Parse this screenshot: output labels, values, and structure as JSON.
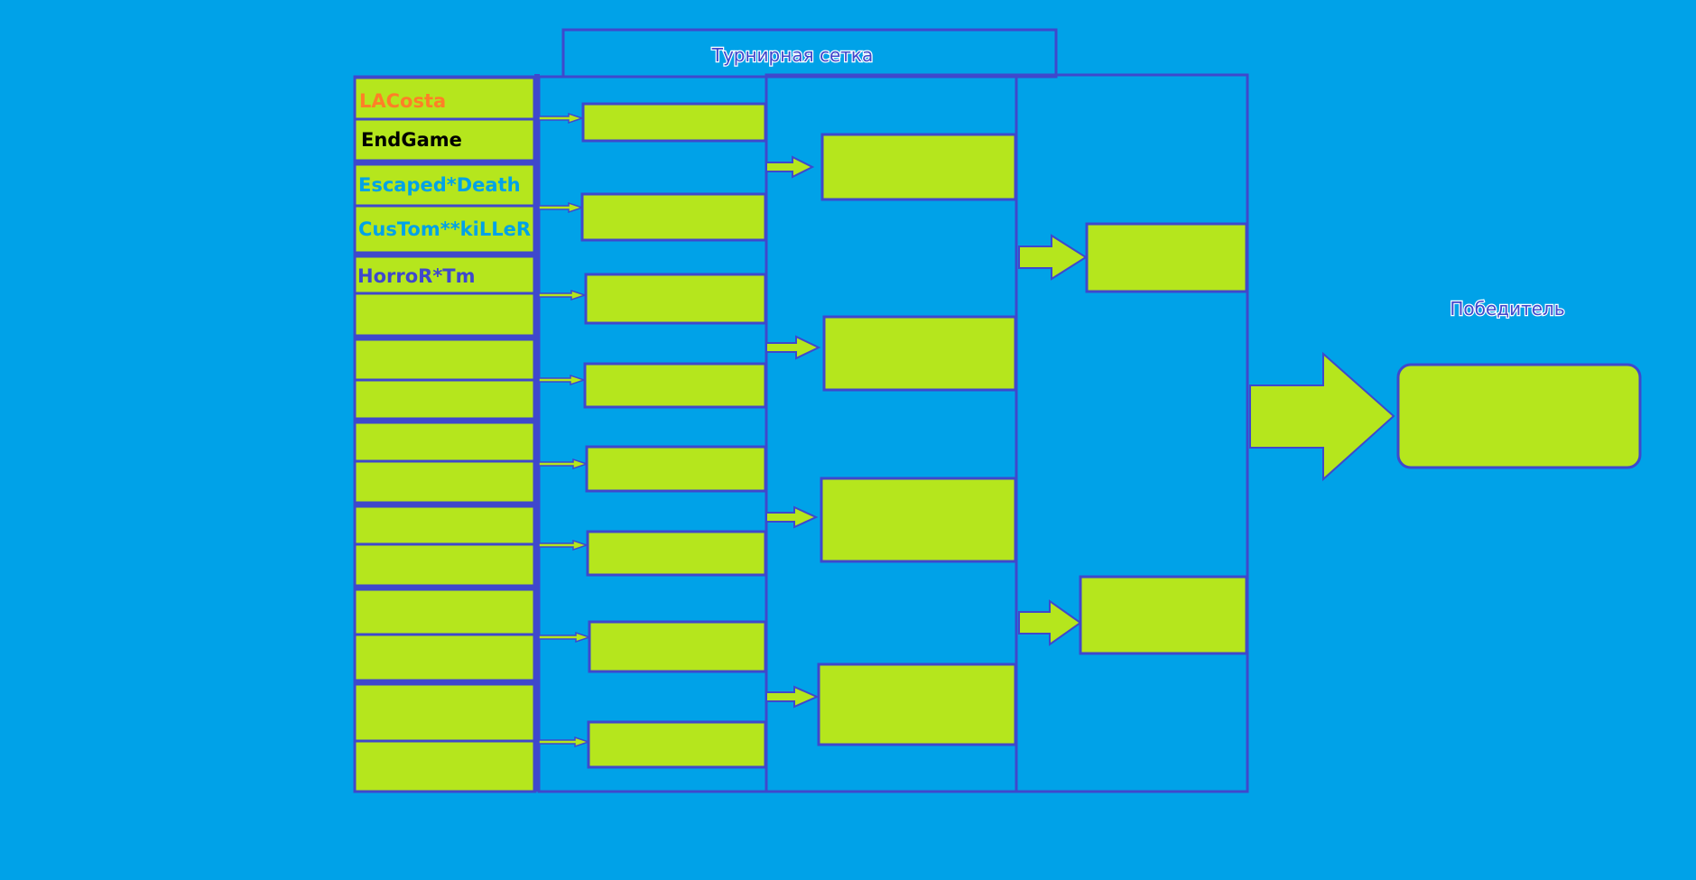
{
  "title": "Турнирная сетка",
  "winner_label": "Победитель",
  "colors": {
    "background": "#00a2e8",
    "box_fill": "#b5e61d",
    "line": "#3f48cc",
    "name_orange": "#ff7f27",
    "name_black": "#000000",
    "name_cyan": "#00a2e8",
    "name_blue": "#3f48cc"
  },
  "round1": {
    "slots": [
      {
        "name": "LACosta",
        "color": "#ff7f27"
      },
      {
        "name": "EndGame",
        "color": "#000000"
      },
      {
        "name": "Escaped*Death",
        "color": "#00a2e8"
      },
      {
        "name": "CusTom**kiLLeR",
        "color": "#00a2e8"
      },
      {
        "name": "HorroR*Tm",
        "color": "#3f48cc"
      },
      {
        "name": ""
      },
      {
        "name": ""
      },
      {
        "name": ""
      },
      {
        "name": ""
      },
      {
        "name": ""
      },
      {
        "name": ""
      },
      {
        "name": ""
      },
      {
        "name": ""
      },
      {
        "name": ""
      },
      {
        "name": ""
      },
      {
        "name": ""
      }
    ]
  },
  "round2": {
    "slots": [
      "",
      "",
      "",
      "",
      "",
      "",
      "",
      ""
    ]
  },
  "round3": {
    "slots": [
      "",
      "",
      "",
      ""
    ]
  },
  "semifinal": {
    "slots": [
      "",
      ""
    ]
  },
  "winner": {
    "name": ""
  }
}
